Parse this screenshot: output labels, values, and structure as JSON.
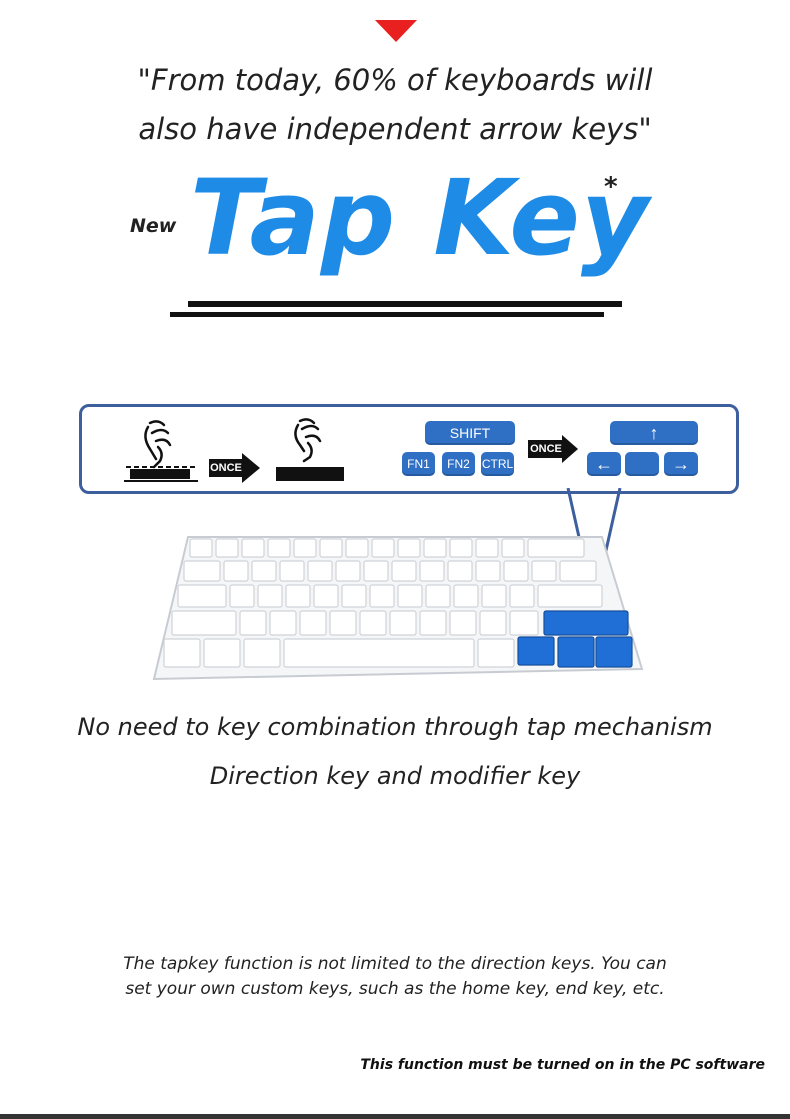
{
  "headline": {
    "line1": "\"From today, 60% of keyboards will",
    "line2": "also have independent arrow keys\""
  },
  "title": {
    "prefix": "New",
    "main": "Tap Key",
    "asterisk": "*"
  },
  "diagram": {
    "once_label_1": "ONCE",
    "once_label_2": "ONCE",
    "modifier_keys": {
      "shift": "SHIFT",
      "fn1": "FN1",
      "fn2": "FN2",
      "ctrl": "CTRL"
    },
    "arrow_keys": {
      "up": "↑",
      "left": "←",
      "right": "→"
    }
  },
  "captions": {
    "line1": "No need to key combination through tap mechanism",
    "line2": "Direction key and modifier key"
  },
  "note": {
    "line1": "The tapkey function is not limited to the direction keys. You can",
    "line2": "set your own custom keys, such as the home key, end key, etc."
  },
  "footnote": "This function must be turned on in the PC software",
  "colors": {
    "accent_blue": "#1e8be6",
    "key_blue": "#2f6fc4",
    "panel_border": "#3d5f9e",
    "highlight_blue": "#1f6fd6",
    "red": "#e8201f"
  }
}
